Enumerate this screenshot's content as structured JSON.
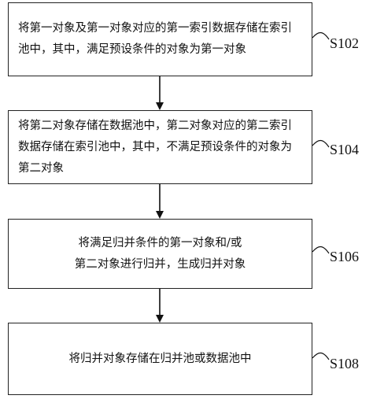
{
  "steps": [
    {
      "id": "S102",
      "label": "S102",
      "text": "将第一对象及第一对象对应的第一索引数据存储在索引池中，其中，满足预设条件的对象为第一对象"
    },
    {
      "id": "S104",
      "label": "S104",
      "text": "将第二对象存储在数据池中，第二对象对应的第二索引数据存储在索引池中，其中，不满足预设条件的对象为第二对象"
    },
    {
      "id": "S106",
      "label": "S106",
      "text": "将满足归并条件的第一对象和/或第二对象进行归并，生成归并对象"
    },
    {
      "id": "S108",
      "label": "S108",
      "text": "将归并对象存储在归并池或数据池中"
    }
  ],
  "connectors": [
    {
      "from": "S102",
      "to": "S104"
    },
    {
      "from": "S104",
      "to": "S106"
    },
    {
      "from": "S106",
      "to": "S108"
    }
  ]
}
